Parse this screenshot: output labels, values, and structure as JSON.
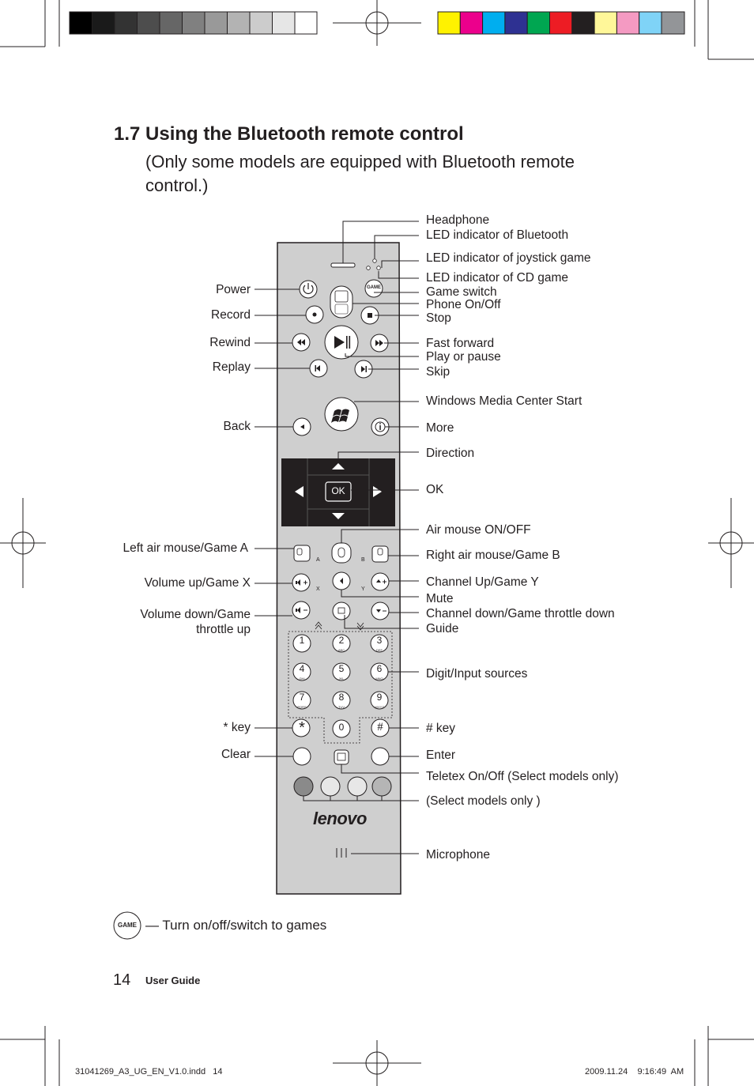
{
  "heading": {
    "title": "1.7 Using the Bluetooth remote control",
    "subtitle": "(Only some models are equipped with Bluetooth remote control.)"
  },
  "labels_right": [
    {
      "id": "headphone",
      "text": "Headphone"
    },
    {
      "id": "led-bluetooth",
      "text": "LED indicator of Bluetooth"
    },
    {
      "id": "led-joystick",
      "text": "LED indicator of joystick game"
    },
    {
      "id": "led-cd",
      "text": "LED indicator of CD game"
    },
    {
      "id": "game-switch",
      "text": "Game switch"
    },
    {
      "id": "phone",
      "text": "Phone On/Off"
    },
    {
      "id": "stop",
      "text": "Stop"
    },
    {
      "id": "fast-forward",
      "text": "Fast forward"
    },
    {
      "id": "play-pause",
      "text": "Play or pause"
    },
    {
      "id": "skip",
      "text": "Skip"
    },
    {
      "id": "wmc-start",
      "text": "Windows Media Center Start"
    },
    {
      "id": "more",
      "text": "More"
    },
    {
      "id": "direction",
      "text": "Direction"
    },
    {
      "id": "ok",
      "text": "OK"
    },
    {
      "id": "air-mouse",
      "text": "Air mouse ON/OFF"
    },
    {
      "id": "right-air-mouse",
      "text": "Right air mouse/Game B"
    },
    {
      "id": "channel-up",
      "text": "Channel Up/Game Y"
    },
    {
      "id": "mute",
      "text": "Mute"
    },
    {
      "id": "channel-down",
      "text": "Channel down/Game throttle down"
    },
    {
      "id": "guide",
      "text": "Guide"
    },
    {
      "id": "digit",
      "text": "Digit/Input sources"
    },
    {
      "id": "hash-key",
      "text": "# key"
    },
    {
      "id": "enter",
      "text": "Enter"
    },
    {
      "id": "teletext",
      "text": "Teletex On/Off (Select models only)"
    },
    {
      "id": "color-buttons",
      "text": "(Select models only )"
    },
    {
      "id": "microphone",
      "text": "Microphone"
    }
  ],
  "labels_left": [
    {
      "id": "power",
      "text": "Power"
    },
    {
      "id": "record",
      "text": "Record"
    },
    {
      "id": "rewind",
      "text": "Rewind"
    },
    {
      "id": "replay",
      "text": "Replay"
    },
    {
      "id": "back",
      "text": "Back"
    },
    {
      "id": "left-air-mouse",
      "text": "Left air mouse/Game A"
    },
    {
      "id": "volume-up",
      "text": "Volume up/Game X"
    },
    {
      "id": "volume-down-1",
      "text": "Volume down/Game"
    },
    {
      "id": "volume-down-2",
      "text": "throttle up"
    },
    {
      "id": "star-key",
      "text": "* key"
    },
    {
      "id": "clear",
      "text": "Clear"
    }
  ],
  "remote": {
    "ok_label": "OK",
    "game_label": "GAME",
    "brand": "lenovo",
    "ab_labels": [
      "A",
      "B"
    ],
    "xy_labels": [
      "X",
      "Y"
    ],
    "keypad": [
      {
        "digit": "1",
        "sub": ""
      },
      {
        "digit": "2",
        "sub": "ABC"
      },
      {
        "digit": "3",
        "sub": "DEF"
      },
      {
        "digit": "4",
        "sub": "GHI"
      },
      {
        "digit": "5",
        "sub": "JKL"
      },
      {
        "digit": "6",
        "sub": "MNO"
      },
      {
        "digit": "7",
        "sub": "PQRS"
      },
      {
        "digit": "8",
        "sub": "TUV"
      },
      {
        "digit": "9",
        "sub": "WXYZ"
      },
      {
        "digit": "0",
        "sub": ""
      }
    ],
    "star": "*",
    "hash": "#"
  },
  "legend": {
    "game_icon_text": "GAME",
    "text": "— Turn on/off/switch to games"
  },
  "footer": {
    "page_number": "14",
    "guide": "User Guide",
    "slug_left": "31041269_A3_UG_EN_V1.0.indd   14",
    "slug_right": "2009.11.24    9:16:49  AM"
  },
  "colors": {
    "remote_body": "#cfcfcf",
    "nav_pad": "#231f20",
    "text": "#231f20"
  }
}
